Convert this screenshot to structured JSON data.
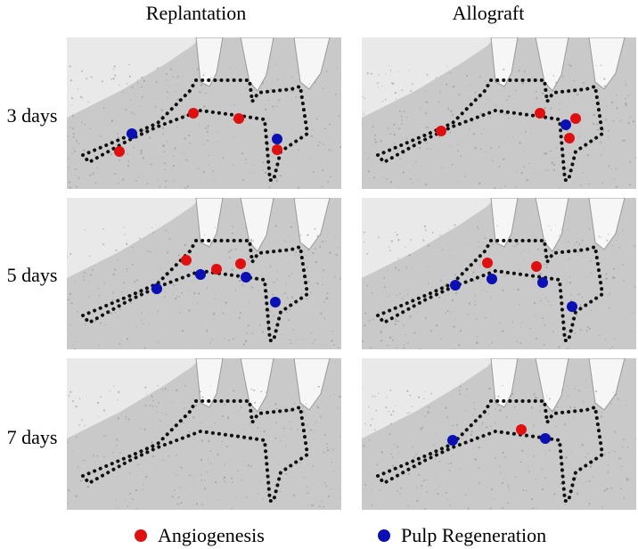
{
  "columns": [
    "Replantation",
    "Allograft"
  ],
  "rows": [
    "3 days",
    "5 days",
    "7 days"
  ],
  "legend": [
    {
      "label": "Angiogenesis",
      "color": "#e01010",
      "icon": "red-dot"
    },
    {
      "label": "Pulp Regeneration",
      "color": "#0a10b4",
      "icon": "blue-dot"
    }
  ]
}
